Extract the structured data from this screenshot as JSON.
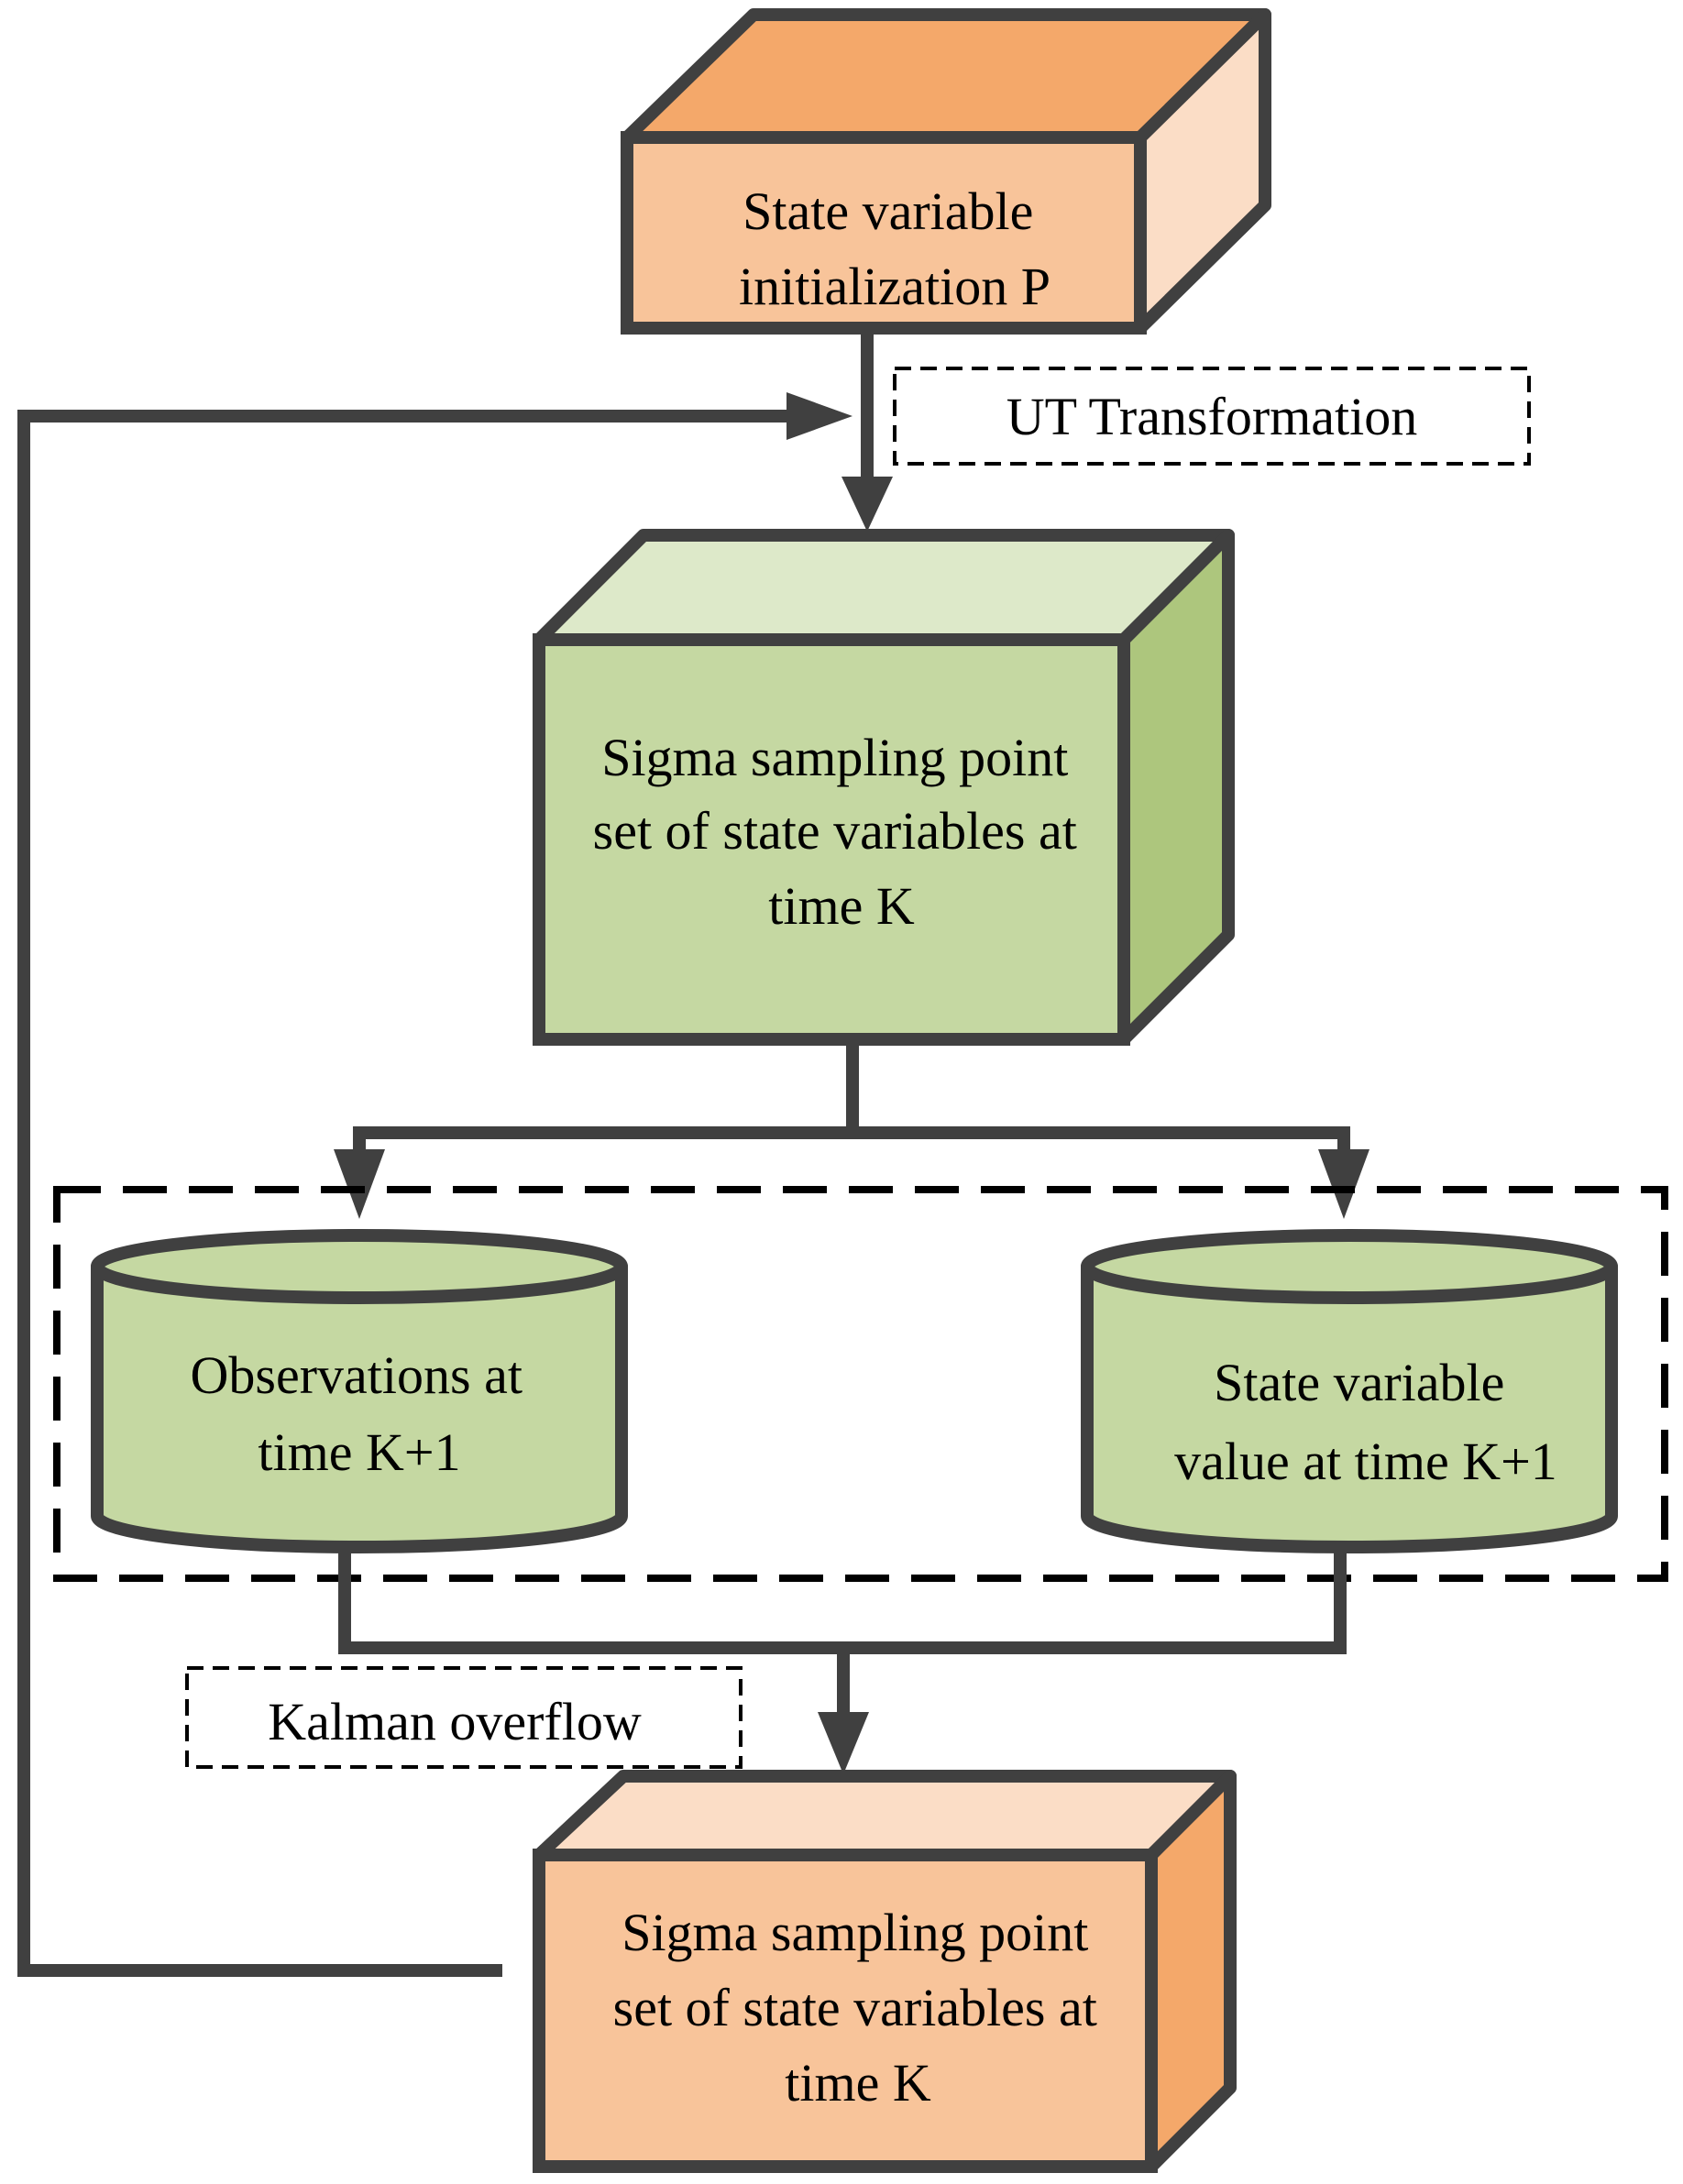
{
  "colors": {
    "stroke": "#404040",
    "orange_front": "#F8C49A",
    "orange_top": "#F4A86A",
    "orange_side": "#FBDDC6",
    "green_front": "#C5D8A2",
    "green_top": "#DDE9C9",
    "green_side": "#ADC67D",
    "dashed": "#000000",
    "background": "#FFFFFF"
  },
  "nodes": {
    "init": {
      "lines": [
        "State variable",
        "initialization P"
      ]
    },
    "sigma_top": {
      "lines": [
        "Sigma sampling point",
        "set of state variables at",
        "time K"
      ]
    },
    "observations": {
      "lines": [
        "Observations at",
        "time K+1"
      ]
    },
    "state_value": {
      "lines": [
        "State variable",
        "value at time K+1"
      ]
    },
    "sigma_bottom": {
      "lines": [
        "Sigma sampling point",
        "set of state variables at",
        "time K"
      ]
    }
  },
  "annotations": {
    "ut": "UT Transformation",
    "kalman": "Kalman overflow"
  }
}
